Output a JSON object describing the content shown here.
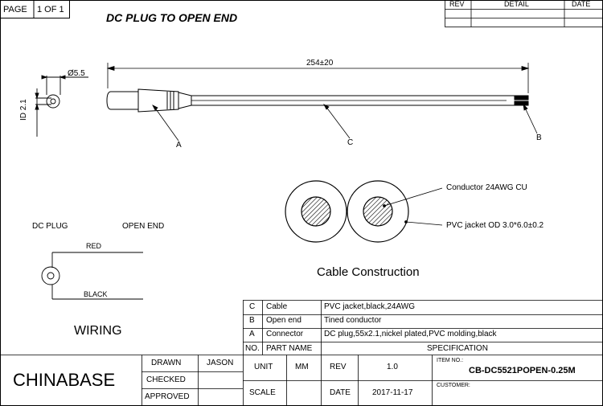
{
  "page": {
    "label": "PAGE",
    "value": "1 OF 1"
  },
  "title": "DC PLUG TO OPEN END",
  "revision_block": {
    "headers": [
      "REV",
      "DETAIL",
      "DATE"
    ]
  },
  "dimensions": {
    "length": "254±20",
    "diameter": "Ø5.5",
    "inner_diameter": "ID 2.1"
  },
  "callouts": {
    "a": "A",
    "b": "B",
    "c": "C"
  },
  "cross_section": {
    "conductor_label": "Conductor 24AWG CU",
    "jacket_label": "PVC jacket OD 3.0*6.0±0.2",
    "caption": "Cable Construction"
  },
  "wiring": {
    "plug_label": "DC PLUG",
    "open_end_label": "OPEN END",
    "red_label": "RED",
    "black_label": "BLACK",
    "caption": "WIRING"
  },
  "parts_table": {
    "rows": [
      {
        "no": "C",
        "name": "Cable",
        "spec": "PVC jacket,black,24AWG"
      },
      {
        "no": "B",
        "name": "Open end",
        "spec": "Tined conductor"
      },
      {
        "no": "A",
        "name": "Connector",
        "spec": "DC plug,55x2.1,nickel plated,PVC molding,black"
      }
    ],
    "headers": {
      "no": "NO.",
      "name": "PART NAME",
      "spec": "SPECIFICATION"
    }
  },
  "title_block": {
    "company": "CHINABASE",
    "drawn_label": "DRAWN",
    "drawn_value": "JASON",
    "checked_label": "CHECKED",
    "approved_label": "APPROVED",
    "unit_label": "UNIT",
    "unit_value": "MM",
    "scale_label": "SCALE",
    "rev_label": "REV",
    "rev_value": "1.0",
    "date_label": "DATE",
    "date_value": "2017-11-17",
    "item_no_label": "ITEM NO.:",
    "item_no_value": "CB-DC5521POPEN-0.25M",
    "customer_label": "CUSTOMER:"
  }
}
